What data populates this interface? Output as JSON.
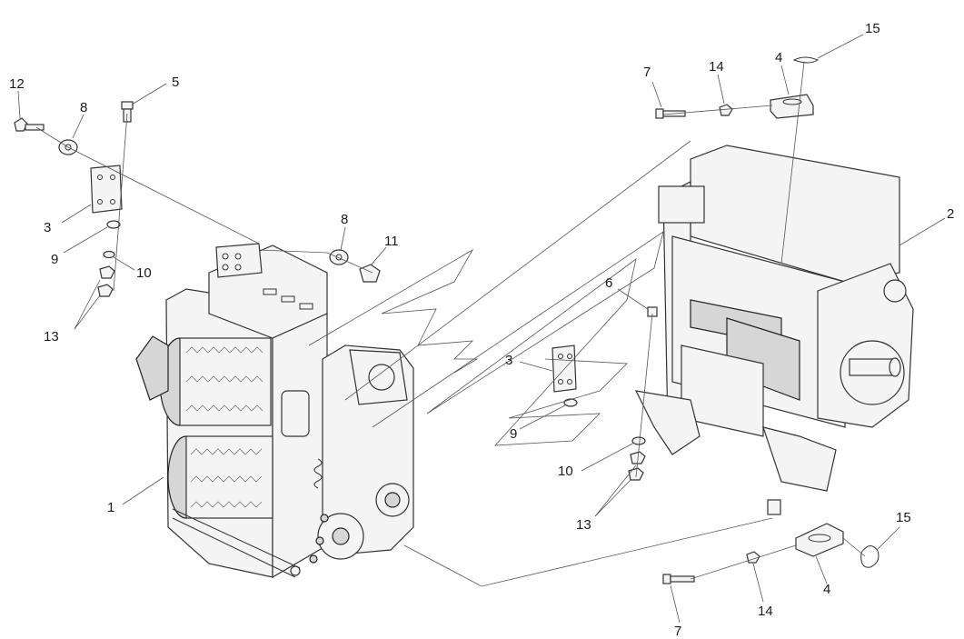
{
  "callouts": {
    "left_assembly": {
      "c1": "1",
      "c3": "3",
      "c5": "5",
      "c8a": "8",
      "c8b": "8",
      "c9": "9",
      "c10": "10",
      "c11": "11",
      "c12": "12",
      "c13": "13"
    },
    "right_assembly": {
      "c2": "2",
      "c3": "3",
      "c4a": "4",
      "c4b": "4",
      "c6": "6",
      "c7a": "7",
      "c7b": "7",
      "c9": "9",
      "c10": "10",
      "c13": "13",
      "c14a": "14",
      "c14b": "14",
      "c15a": "15",
      "c15b": "15"
    }
  }
}
